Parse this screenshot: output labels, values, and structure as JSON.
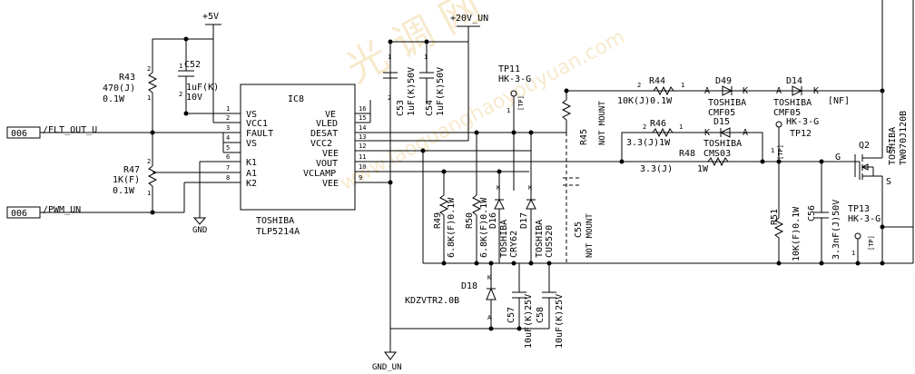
{
  "watermark": {
    "cn": "光 调 网",
    "url": "www.laoguanghaoyouyuan.com",
    "color": "#f2d9a6"
  },
  "power": {
    "p5v": "+5V",
    "p20v": "+20V_UN",
    "gnd": "GND",
    "gnd_un": "GND_UN"
  },
  "ports": [
    {
      "num": "006",
      "label": "/FLT_OUT_U"
    },
    {
      "num": "006",
      "label": "/PWM_UN"
    }
  ],
  "ic": {
    "ref": "IC8",
    "maker": "TOSHIBA",
    "part": "TLP5214A",
    "left_pins": [
      {
        "num": "1",
        "name": "VS"
      },
      {
        "num": "2",
        "name": "VCC1"
      },
      {
        "num": "3",
        "name": "FAULT"
      },
      {
        "num": "4",
        "name": "VS"
      },
      {
        "num": "6",
        "name": "K1"
      },
      {
        "num": "7",
        "name": "A1"
      },
      {
        "num": "8",
        "name": "K2"
      }
    ],
    "left_pin5": "5",
    "right_pins": [
      {
        "num": "16",
        "name": "VE"
      },
      {
        "num": "15",
        "name": "VLED"
      },
      {
        "num": "14",
        "name": "DESAT"
      },
      {
        "num": "13",
        "name": "VCC2"
      },
      {
        "num": "12",
        "name": "VEE"
      },
      {
        "num": "11",
        "name": "VOUT"
      },
      {
        "num": "10",
        "name": "VCLAMP"
      },
      {
        "num": "9",
        "name": "VEE"
      }
    ]
  },
  "parts": {
    "r43": {
      "ref": "R43",
      "value": "470(J)",
      "power": "0.1W"
    },
    "c52": {
      "ref": "C52",
      "value": "1uF(K)",
      "volt": "10V"
    },
    "r47": {
      "ref": "R47",
      "value": "1K(F)",
      "power": "0.1W"
    },
    "c53": {
      "ref": "C53",
      "value": "1uF(K)50V"
    },
    "c54": {
      "ref": "C54",
      "value": "1uF(K)50V"
    },
    "tp11": {
      "ref": "TP11",
      "value": "HK-3-G",
      "tag": "[TP]"
    },
    "r44": {
      "ref": "R44",
      "value": "10K(J)0.1W"
    },
    "d49": {
      "ref": "D49",
      "maker": "TOSHIBA",
      "part": "CMF05"
    },
    "d14": {
      "ref": "D14",
      "maker": "TOSHIBA",
      "part": "CMF05",
      "nf": "[NF]"
    },
    "r45": {
      "ref": "R45",
      "note": "NOT MOUNT"
    },
    "r46": {
      "ref": "R46",
      "value": "3.3(J)1W"
    },
    "d15": {
      "ref": "D15",
      "maker": "TOSHIBA",
      "part": "CMS03"
    },
    "r48": {
      "ref": "R48",
      "value": "3.3(J)",
      "power": "1W"
    },
    "tp12": {
      "ref": "TP12",
      "value": "HK-3-G",
      "tag": "[TP]"
    },
    "q2": {
      "ref": "Q2",
      "maker": "TOSHIBA",
      "part": "TW070J120B"
    },
    "r49": {
      "ref": "R49",
      "value": "6.8K(F)0.1W"
    },
    "r50": {
      "ref": "R50",
      "value": "6.8K(F)0.1W"
    },
    "d16": {
      "ref": "D16",
      "maker": "TOSHIBA",
      "part": "CRY62"
    },
    "d17": {
      "ref": "D17",
      "maker": "TOSHIBA",
      "part": "CUS520"
    },
    "c55": {
      "ref": "C55",
      "note": "NOT MOUNT"
    },
    "r51": {
      "ref": "R51",
      "value": "10K(F)0.1W"
    },
    "c56": {
      "ref": "C56",
      "value": "3.3nF(J)50V"
    },
    "tp13": {
      "ref": "TP13",
      "value": "HK-3-G",
      "tag": "[TP]"
    },
    "d18": {
      "ref": "D18",
      "part": "KDZVTR2.0B"
    },
    "c57": {
      "ref": "C57",
      "value": "10uF(K)25V"
    },
    "c58": {
      "ref": "C58",
      "value": "10uF(K)25V"
    }
  },
  "pin_marks": {
    "one": "1",
    "two": "2",
    "a": "A",
    "k": "K",
    "g": "G",
    "d": "D",
    "s": "S"
  }
}
